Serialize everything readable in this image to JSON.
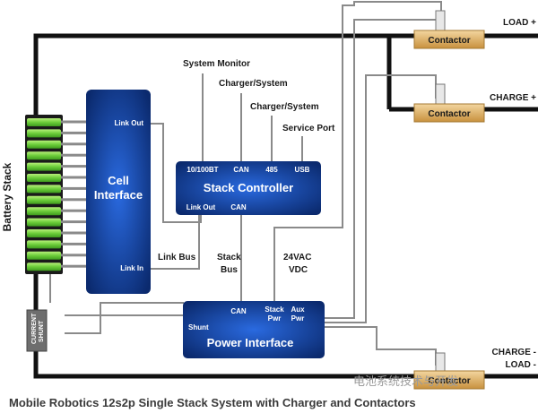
{
  "labels": {
    "battery_stack": "Battery Stack",
    "current_shunt_line1": "CURRENT",
    "current_shunt_line2": "SHUNT",
    "system_monitor": "System Monitor",
    "charger_system_1": "Charger/System",
    "charger_system_2": "Charger/System",
    "service_port": "Service Port",
    "link_bus": "Link Bus",
    "stack_bus_1": "Stack",
    "stack_bus_2": "Bus",
    "vac_24": "24VAC",
    "vdc": "VDC",
    "load_plus": "LOAD +",
    "charge_plus": "CHARGE +",
    "charge_minus": "CHARGE -",
    "load_minus": "LOAD -"
  },
  "cell_interface": {
    "title_1": "Cell",
    "title_2": "Interface",
    "link_out": "Link Out",
    "link_in": "Link In"
  },
  "stack_controller": {
    "title": "Stack Controller",
    "port_10_100bt": "10/100BT",
    "port_can": "CAN",
    "port_485": "485",
    "port_usb": "USB",
    "link_out": "Link Out",
    "can_bottom": "CAN"
  },
  "power_interface": {
    "title": "Power Interface",
    "shunt": "Shunt",
    "can": "CAN",
    "stack_pwr_1": "Stack",
    "stack_pwr_2": "Pwr",
    "aux_pwr_1": "Aux",
    "aux_pwr_2": "Pwr"
  },
  "contactors": {
    "top": "Contactor",
    "middle": "Contactor",
    "bottom": "Contactor"
  },
  "caption": "Mobile Robotics 12s2p Single Stack System with Charger and Contactors",
  "watermark": "电池系统技术与开发",
  "colors": {
    "block_dark": "#0b2a6e",
    "block_light": "#1f56c4",
    "cell_green": "#7cd64a",
    "wire_dark": "#111111",
    "wire_gray": "#8a8a8a",
    "contactor_gold": "#d7a95a"
  }
}
